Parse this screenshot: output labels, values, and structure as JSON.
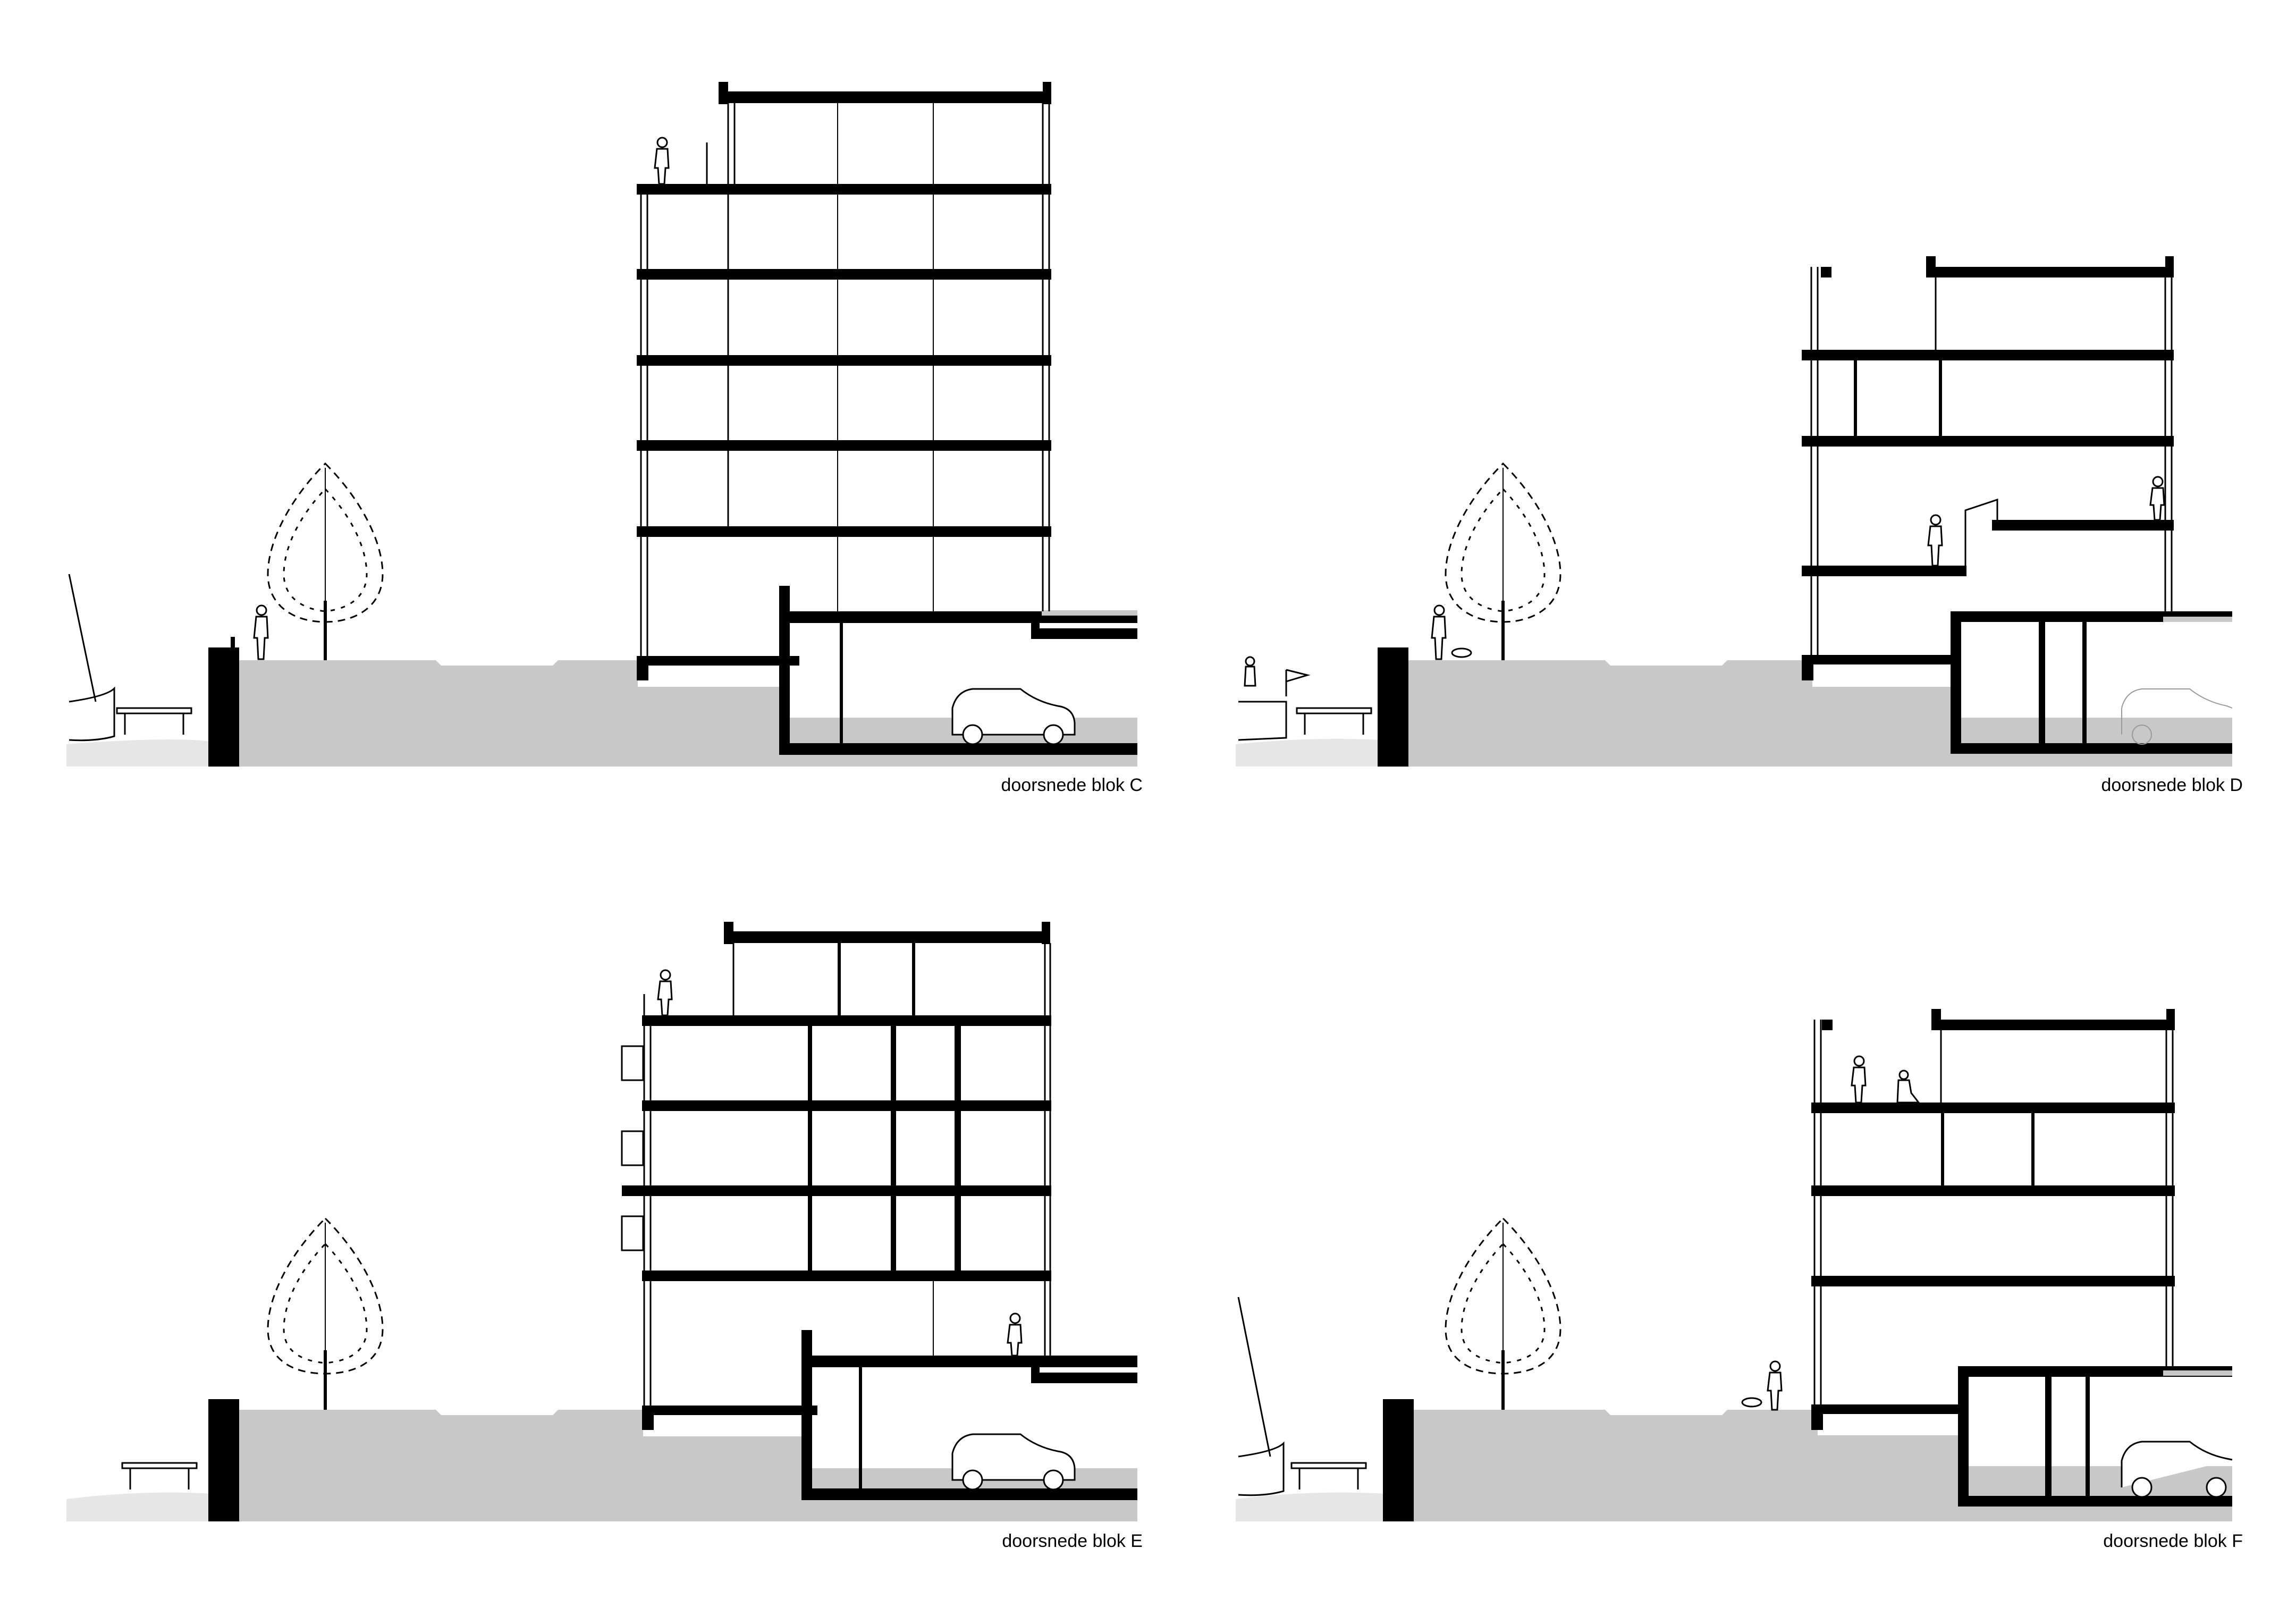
{
  "colors": {
    "ground": "#c8c8c8",
    "structure": "#000000",
    "background": "#ffffff",
    "thin_line": "#222222"
  },
  "sections": [
    {
      "id": "C",
      "caption": "doorsnede blok C"
    },
    {
      "id": "D",
      "caption": "doorsnede blok D"
    },
    {
      "id": "E",
      "caption": "doorsnede blok E"
    },
    {
      "id": "F",
      "caption": "doorsnede blok F"
    }
  ]
}
